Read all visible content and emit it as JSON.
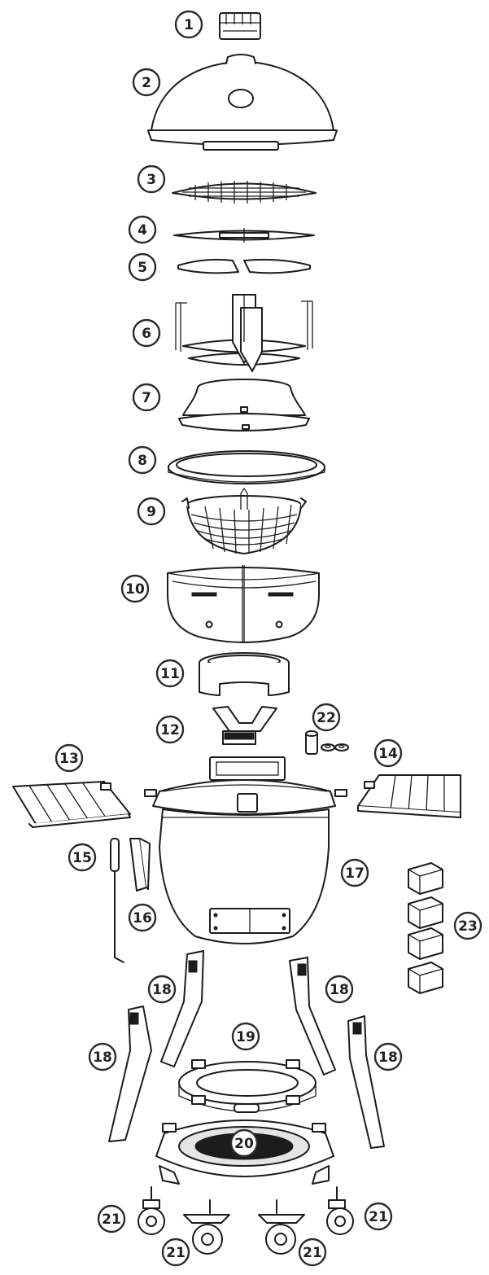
{
  "diagram": {
    "callouts": [
      "1",
      "2",
      "3",
      "4",
      "5",
      "6",
      "7",
      "8",
      "9",
      "10",
      "11",
      "12",
      "13",
      "14",
      "15",
      "16",
      "17",
      "18",
      "18",
      "18",
      "18",
      "19",
      "20",
      "21",
      "21",
      "21",
      "21",
      "22",
      "23"
    ]
  }
}
